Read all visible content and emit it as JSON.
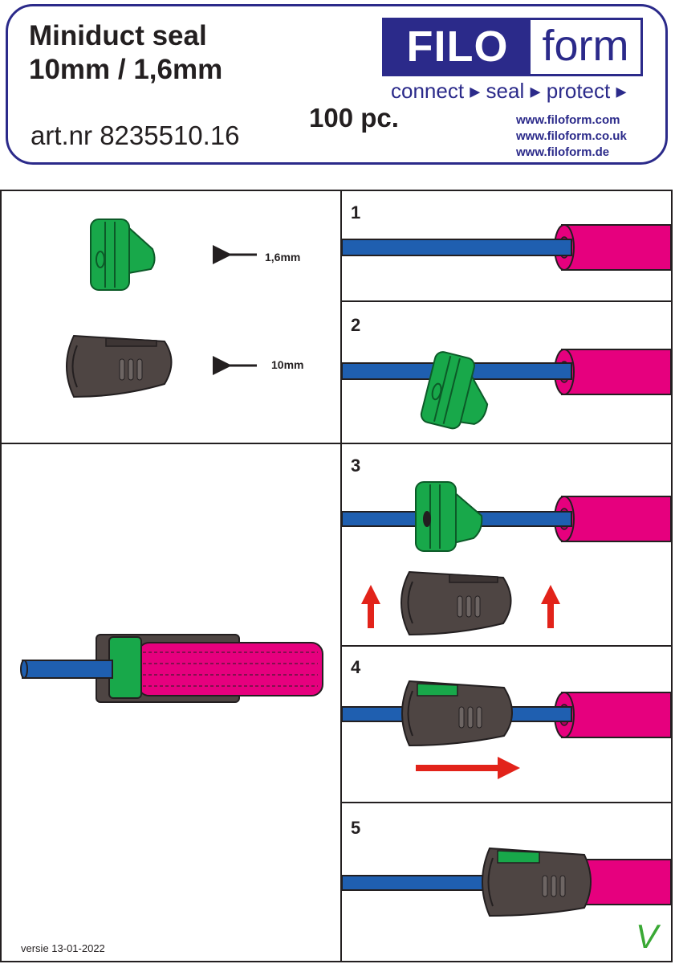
{
  "header": {
    "title_line1": "Miniduct seal",
    "title_line2": "10mm / 1,6mm",
    "art_nr": "art.nr 8235510.16",
    "quantity": "100 pc."
  },
  "logo": {
    "filo": "FILO",
    "form": "form",
    "tagline": "connect ▸ seal ▸ protect ▸",
    "urls": [
      "www.filoform.com",
      "www.filoform.co.uk",
      "www.filoform.de"
    ]
  },
  "parts": [
    {
      "label": "1,6mm",
      "icon": "green-insert-seal"
    },
    {
      "label": "10mm",
      "icon": "grey-outer-seal"
    }
  ],
  "steps": [
    {
      "number": "1"
    },
    {
      "number": "2"
    },
    {
      "number": "3"
    },
    {
      "number": "4"
    },
    {
      "number": "5"
    }
  ],
  "done_mark": "V",
  "version": "versie 13-01-2022",
  "colors": {
    "brand": "#2b2a8a",
    "duct": "#e6007e",
    "tube": "#1f5fb0",
    "insert": "#18a84a",
    "seal": "#4e4543",
    "arrow": "#e2231a",
    "check": "#3aa935"
  }
}
